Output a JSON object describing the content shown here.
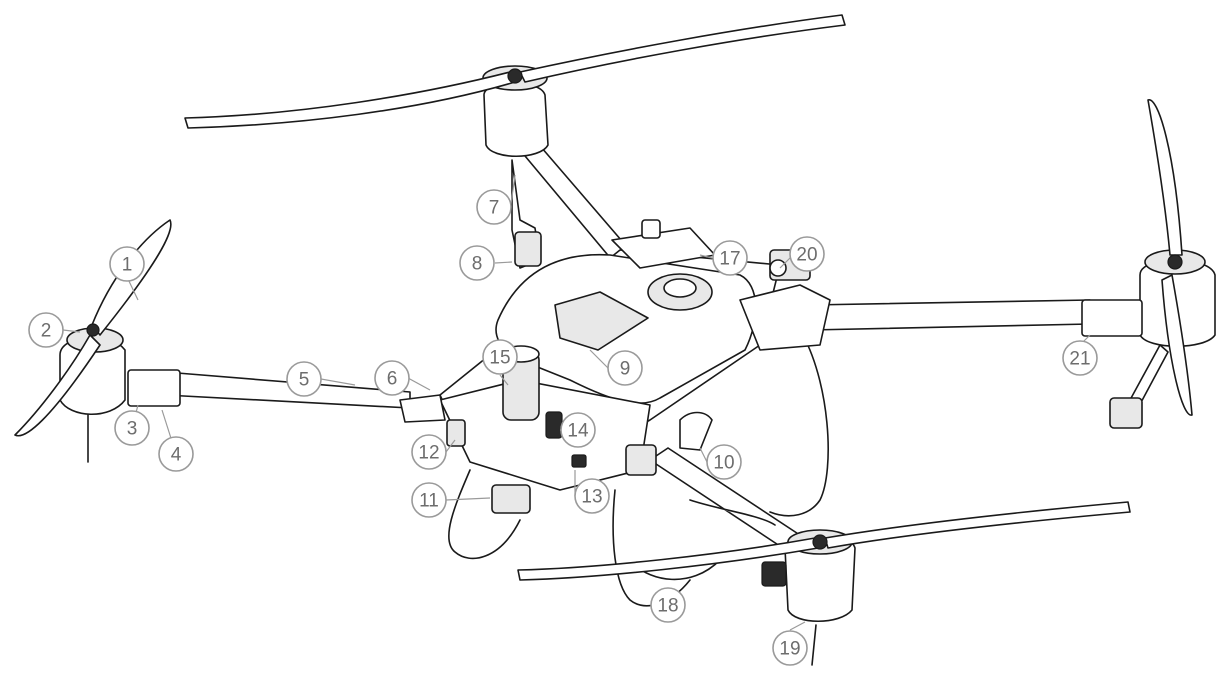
{
  "diagram": {
    "callouts": [
      {
        "id": "callout-1",
        "label": "1"
      },
      {
        "id": "callout-2",
        "label": "2"
      },
      {
        "id": "callout-3",
        "label": "3"
      },
      {
        "id": "callout-4",
        "label": "4"
      },
      {
        "id": "callout-5",
        "label": "5"
      },
      {
        "id": "callout-6",
        "label": "6"
      },
      {
        "id": "callout-7",
        "label": "7"
      },
      {
        "id": "callout-8",
        "label": "8"
      },
      {
        "id": "callout-9",
        "label": "9"
      },
      {
        "id": "callout-10",
        "label": "10"
      },
      {
        "id": "callout-11",
        "label": "11"
      },
      {
        "id": "callout-12",
        "label": "12"
      },
      {
        "id": "callout-13",
        "label": "13"
      },
      {
        "id": "callout-14",
        "label": "14"
      },
      {
        "id": "callout-15",
        "label": "15"
      },
      {
        "id": "callout-17",
        "label": "17"
      },
      {
        "id": "callout-18",
        "label": "18"
      },
      {
        "id": "callout-19",
        "label": "19"
      },
      {
        "id": "callout-20",
        "label": "20"
      },
      {
        "id": "callout-21",
        "label": "21"
      }
    ]
  }
}
